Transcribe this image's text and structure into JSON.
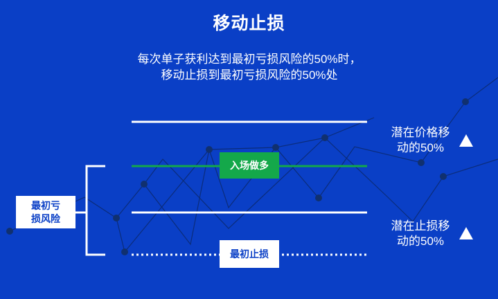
{
  "title": "移动止损",
  "subtitle": {
    "line1": "每次单子获利达到最初亏损风险的50%时，",
    "line2": "移动止损到最初亏损风险的50%处"
  },
  "labels": {
    "initial_risk_line1": "最初亏",
    "initial_risk_line2": "损风险",
    "entry": "入场做多",
    "initial_stop": "最初止损",
    "potential_price_move_line1": "潜在价格移",
    "potential_price_move_line2": "动的50%",
    "potential_stop_move_line1": "潜在止损移",
    "potential_stop_move_line2": "动的50%"
  },
  "icons": [
    "triangle-up-icon",
    "triangle-up-icon"
  ],
  "colors": {
    "background": "#0a3fc6",
    "line": "#ffffff",
    "entry_line": "#14a84a",
    "price_path": "#0b2c7a",
    "price_dot": "#10306f"
  }
}
